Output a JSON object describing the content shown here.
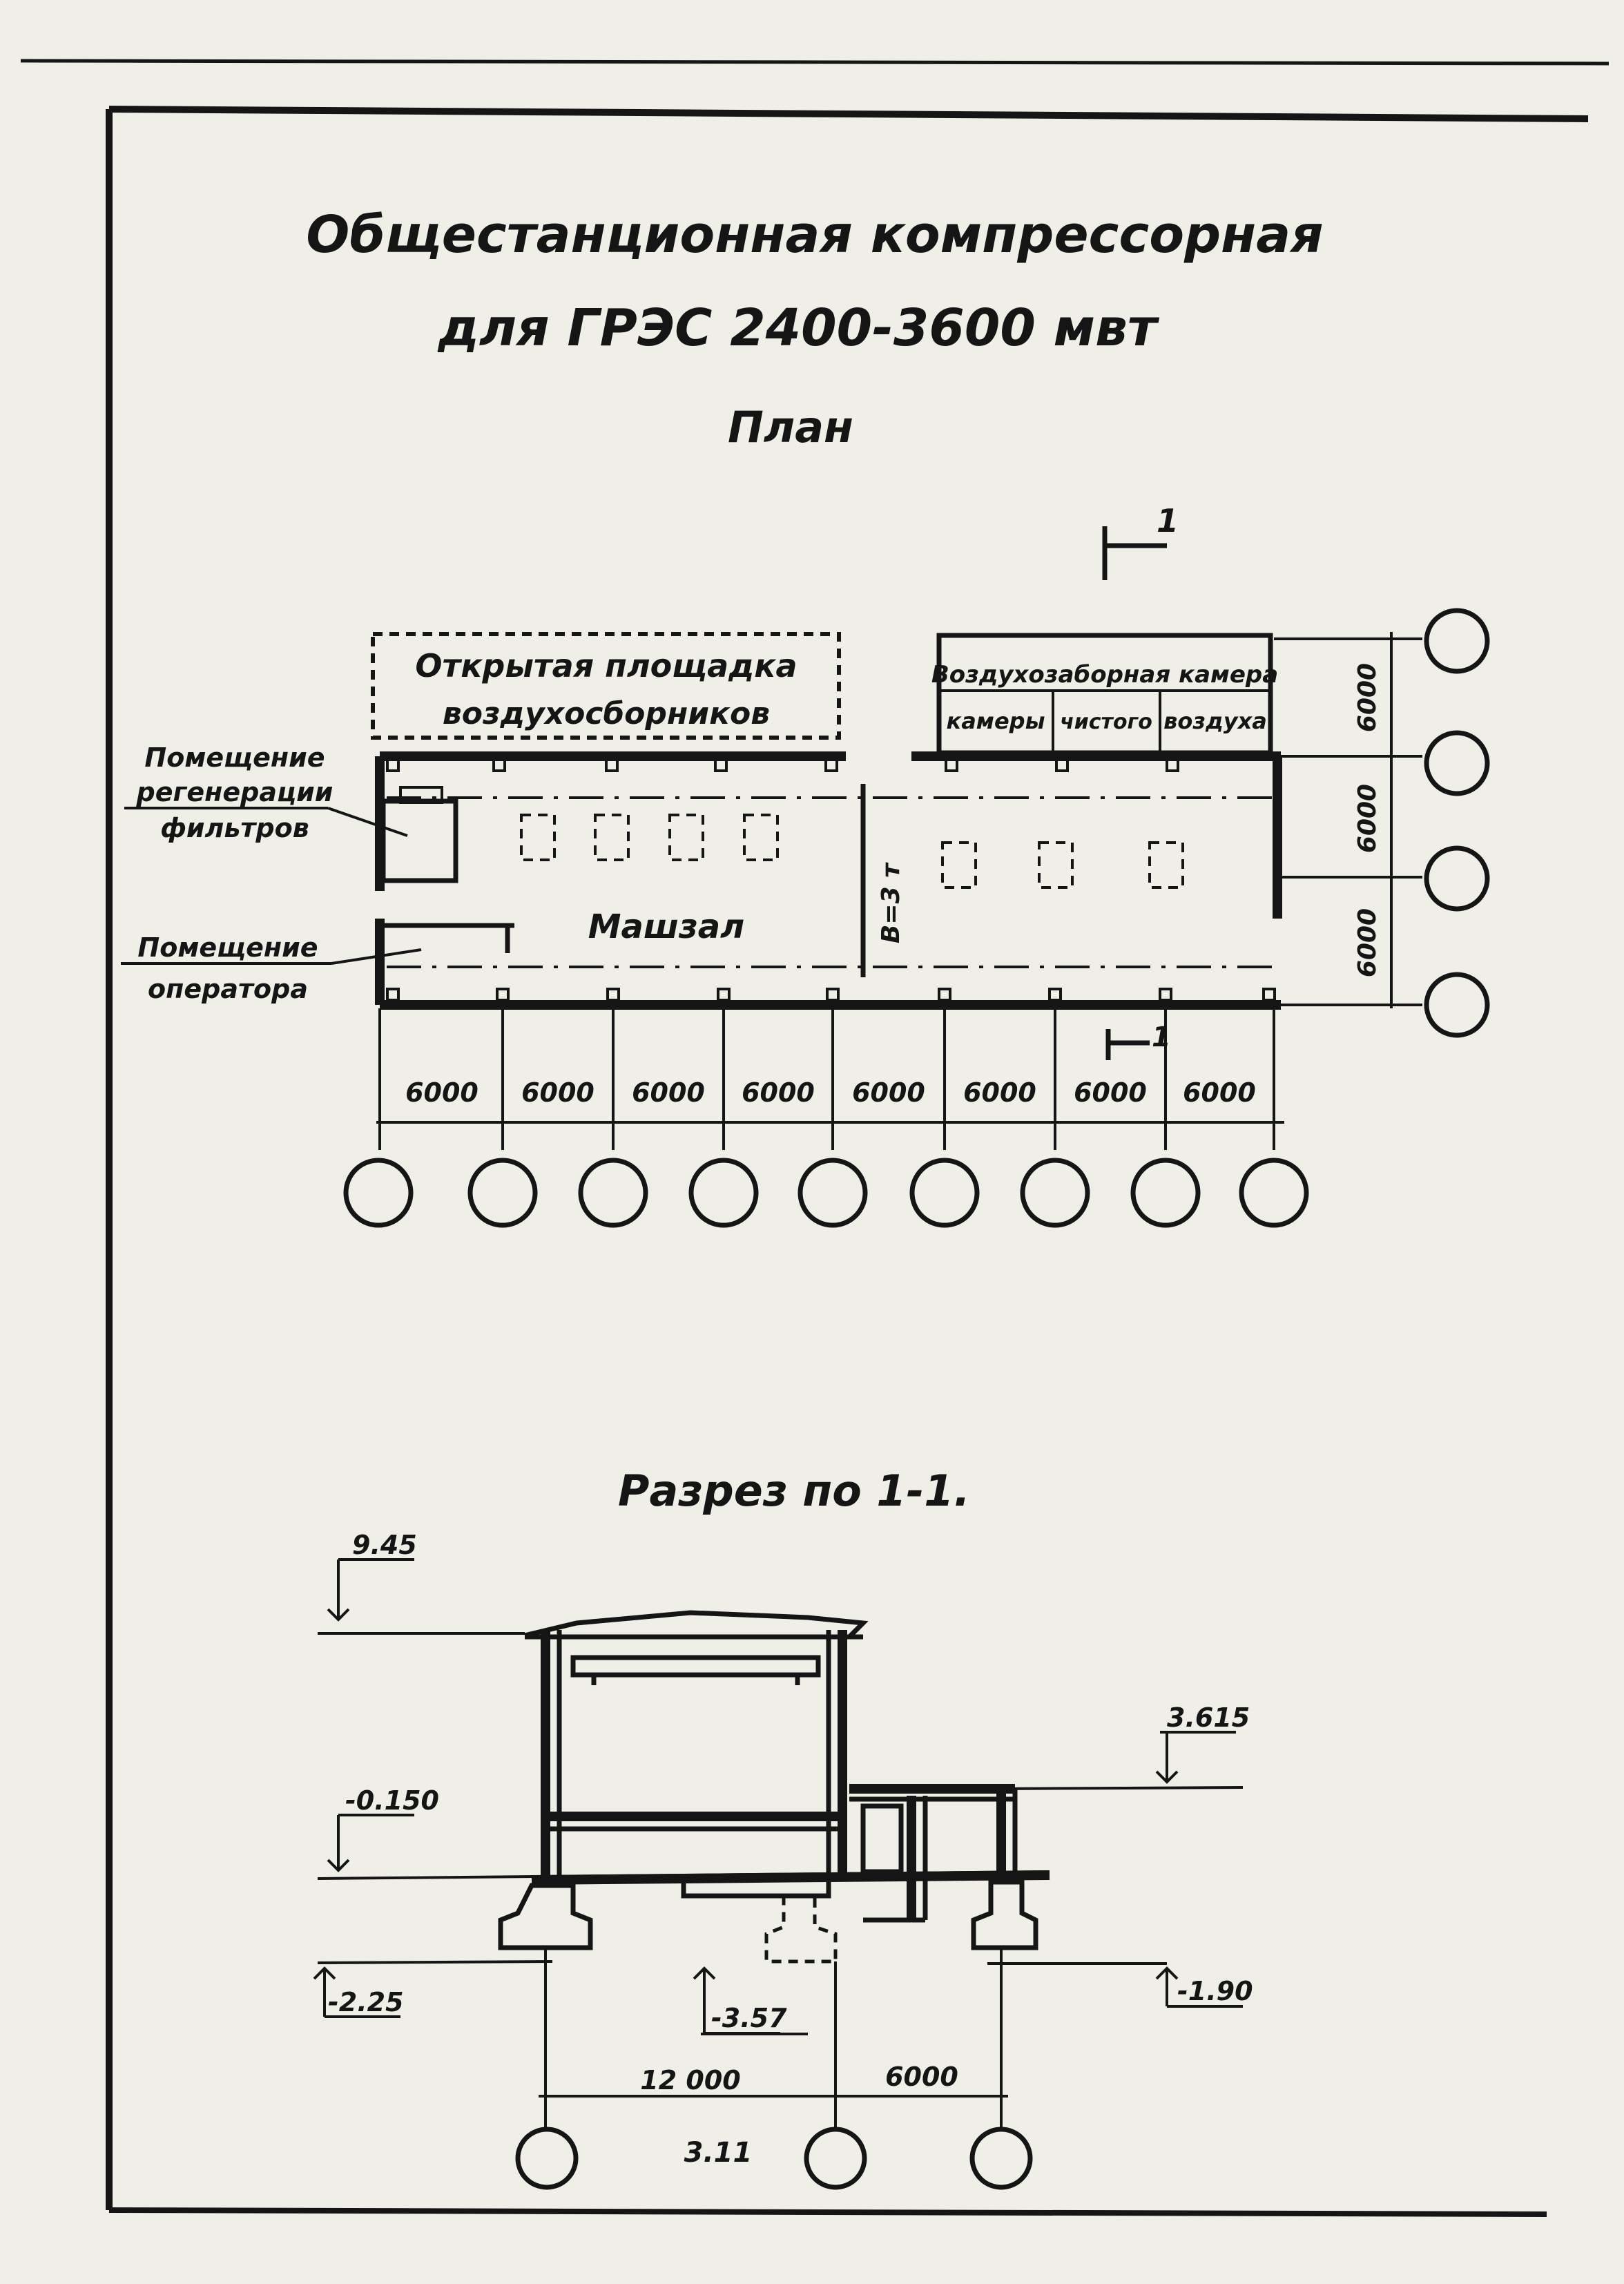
{
  "title": {
    "line1": "Общестанционная компрессорная",
    "line2": "для ГРЭС 2400-3600 мвт"
  },
  "plan": {
    "heading": "План",
    "open_area": {
      "line1": "Открытая площадка",
      "line2": "воздухосборников"
    },
    "chamber": {
      "line1": "Воздухозаборная камера",
      "c1": "камеры",
      "c2": "чистого",
      "c3": "воздуха"
    },
    "regen_room": {
      "line1": "Помещение",
      "line2": "регенерации",
      "line3": "фильтров"
    },
    "operator_room": {
      "line1": "Помещение",
      "line2": "оператора"
    },
    "machine_hall": "Машзал",
    "opening": "В=3 т",
    "section_mark": "1",
    "spans": [
      "6000",
      "6000",
      "6000",
      "6000",
      "6000",
      "6000",
      "6000",
      "6000"
    ],
    "side_spans": [
      "6000",
      "6000",
      "6000"
    ]
  },
  "section": {
    "heading": "Разрез по 1-1.",
    "levels": {
      "top": "9.45",
      "mid": "3.615",
      "floor": "-0.150",
      "left_foundation": "-2.25",
      "center_foundation": "-3.57",
      "right_foundation": "-1.90"
    },
    "spans": [
      "12 000",
      "6000"
    ]
  },
  "page_number": "3.11"
}
